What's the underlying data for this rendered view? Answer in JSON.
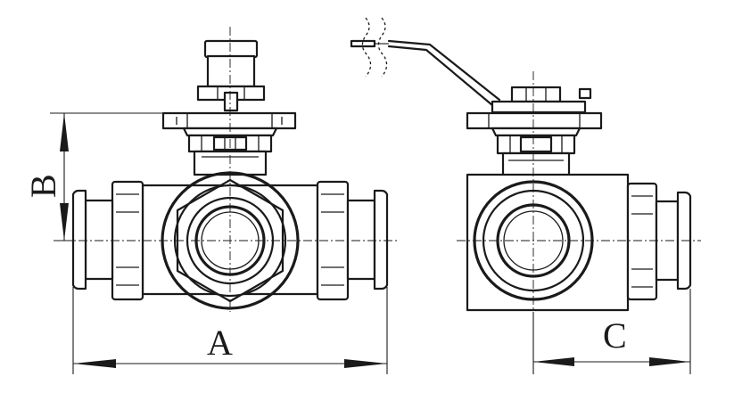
{
  "drawing": {
    "labels": {
      "dim_a": "A",
      "dim_b": "B",
      "dim_c": "C"
    },
    "line_color": "#1a1a1a",
    "background_color": "#ffffff"
  }
}
